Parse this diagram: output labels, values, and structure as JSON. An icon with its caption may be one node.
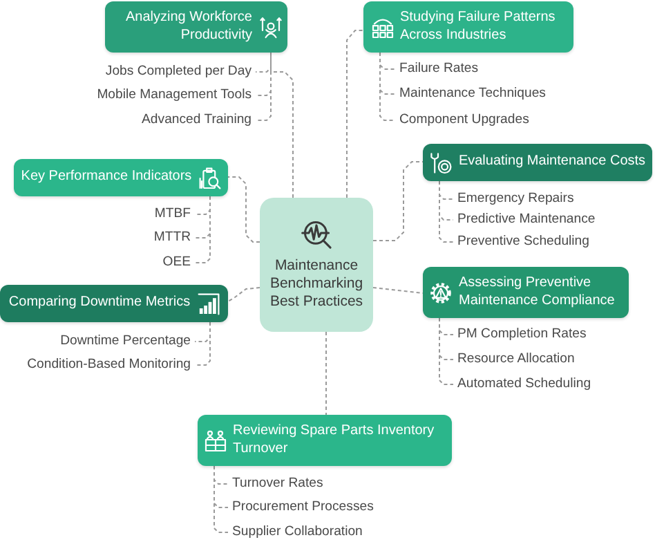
{
  "diagram": {
    "nodes": [
      {
        "text": [
          "Maintenance Benchmarking Best Practices"
        ]
      },
      {
        "text": [
          "Analyzing Workforce Productivity"
        ]
      },
      {
        "text": [
          "Jobs Completed per Day"
        ]
      },
      {
        "text": [
          "Mobile Management Tools"
        ]
      },
      {
        "text": [
          "Advanced Training"
        ]
      },
      {
        "text": [
          "Studying Failure Patterns Across Industries"
        ]
      },
      {
        "text": [
          "Failure Rates"
        ]
      },
      {
        "text": [
          "Maintenance Techniques"
        ]
      },
      {
        "text": [
          "Component Upgrades"
        ]
      },
      {
        "text": [
          "Key Performance Indicators"
        ]
      },
      {
        "text": [
          "MTBF"
        ]
      },
      {
        "text": [
          "MTTR"
        ]
      },
      {
        "text": [
          "OEE"
        ]
      },
      {
        "text": [
          "Evaluating Maintenance Costs"
        ]
      },
      {
        "text": [
          "Emergency Repairs"
        ]
      },
      {
        "text": [
          "Predictive Maintenance"
        ]
      },
      {
        "text": [
          "Preventive Scheduling"
        ]
      },
      {
        "text": [
          "Comparing Downtime Metrics"
        ]
      },
      {
        "text": [
          "Downtime Percentage"
        ]
      },
      {
        "text": [
          "Condition-Based Monitoring"
        ]
      },
      {
        "text": [
          "Assessing Preventive Maintenance Compliance"
        ]
      },
      {
        "text": [
          "PM Completion Rates"
        ]
      },
      {
        "text": [
          "Resource Allocation"
        ]
      },
      {
        "text": [
          "Automated Scheduling"
        ]
      },
      {
        "text": [
          "Reviewing Spare Parts Inventory Turnover"
        ]
      },
      {
        "text": [
          "Turnover Rates"
        ]
      },
      {
        "text": [
          "Procurement Processes"
        ]
      },
      {
        "text": [
          "Supplier Collaboration"
        ]
      }
    ],
    "edges": [
      {
        "from": 0,
        "to": 1,
        "arrow": "none",
        "style": "dashed"
      },
      {
        "from": 0,
        "to": 5,
        "arrow": "none",
        "style": "dashed"
      },
      {
        "from": 0,
        "to": 9,
        "arrow": "none",
        "style": "dashed"
      },
      {
        "from": 0,
        "to": 13,
        "arrow": "none",
        "style": "dashed"
      },
      {
        "from": 0,
        "to": 17,
        "arrow": "none",
        "style": "dashed"
      },
      {
        "from": 0,
        "to": 20,
        "arrow": "none",
        "style": "dashed"
      },
      {
        "from": 0,
        "to": 24,
        "arrow": "none",
        "style": "dashed"
      },
      {
        "from": 1,
        "to": 2,
        "arrow": "none",
        "style": "dashed"
      },
      {
        "from": 1,
        "to": 3,
        "arrow": "none",
        "style": "dashed"
      },
      {
        "from": 1,
        "to": 4,
        "arrow": "none",
        "style": "dashed"
      },
      {
        "from": 5,
        "to": 6,
        "arrow": "none",
        "style": "dashed"
      },
      {
        "from": 5,
        "to": 7,
        "arrow": "none",
        "style": "dashed"
      },
      {
        "from": 5,
        "to": 8,
        "arrow": "none",
        "style": "dashed"
      },
      {
        "from": 9,
        "to": 10,
        "arrow": "none",
        "style": "dashed"
      },
      {
        "from": 9,
        "to": 11,
        "arrow": "none",
        "style": "dashed"
      },
      {
        "from": 9,
        "to": 12,
        "arrow": "none",
        "style": "dashed"
      },
      {
        "from": 13,
        "to": 14,
        "arrow": "none",
        "style": "dashed"
      },
      {
        "from": 13,
        "to": 15,
        "arrow": "none",
        "style": "dashed"
      },
      {
        "from": 13,
        "to": 16,
        "arrow": "none",
        "style": "dashed"
      },
      {
        "from": 17,
        "to": 18,
        "arrow": "none",
        "style": "dashed"
      },
      {
        "from": 17,
        "to": 19,
        "arrow": "none",
        "style": "dashed"
      },
      {
        "from": 20,
        "to": 21,
        "arrow": "none",
        "style": "dashed"
      },
      {
        "from": 20,
        "to": 22,
        "arrow": "none",
        "style": "dashed"
      },
      {
        "from": 20,
        "to": 23,
        "arrow": "none",
        "style": "dashed"
      },
      {
        "from": 24,
        "to": 25,
        "arrow": "none",
        "style": "dashed"
      },
      {
        "from": 24,
        "to": 26,
        "arrow": "none",
        "style": "dashed"
      },
      {
        "from": 24,
        "to": 27,
        "arrow": "none",
        "style": "dashed"
      }
    ]
  }
}
